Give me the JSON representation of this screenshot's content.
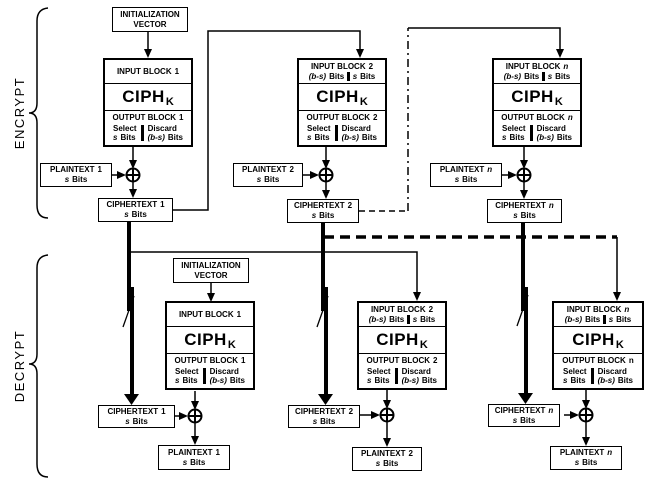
{
  "section_labels": {
    "encrypt": "ENCRYPT",
    "decrypt": "DECRYPT"
  },
  "labels": {
    "initialization": "INITIALIZATION",
    "vector": "VECTOR",
    "input_block": "INPUT BLOCK",
    "output_block": "OUTPUT BLOCK",
    "ciph": "CIPH",
    "ciph_sub": "K",
    "select": "Select",
    "discard": "Discard",
    "plaintext": "PLAINTEXT",
    "ciphertext": "CIPHERTEXT",
    "s_var": "s",
    "bs_var": "(b-s)",
    "bits": "Bits"
  },
  "units": [
    {
      "id": "encrypt-1",
      "num": "1"
    },
    {
      "id": "encrypt-2",
      "num": "2"
    },
    {
      "id": "encrypt-n",
      "num": "n"
    },
    {
      "id": "decrypt-1",
      "num": "1"
    },
    {
      "id": "decrypt-2",
      "num": "2"
    },
    {
      "id": "decrypt-n",
      "num": "n"
    }
  ]
}
